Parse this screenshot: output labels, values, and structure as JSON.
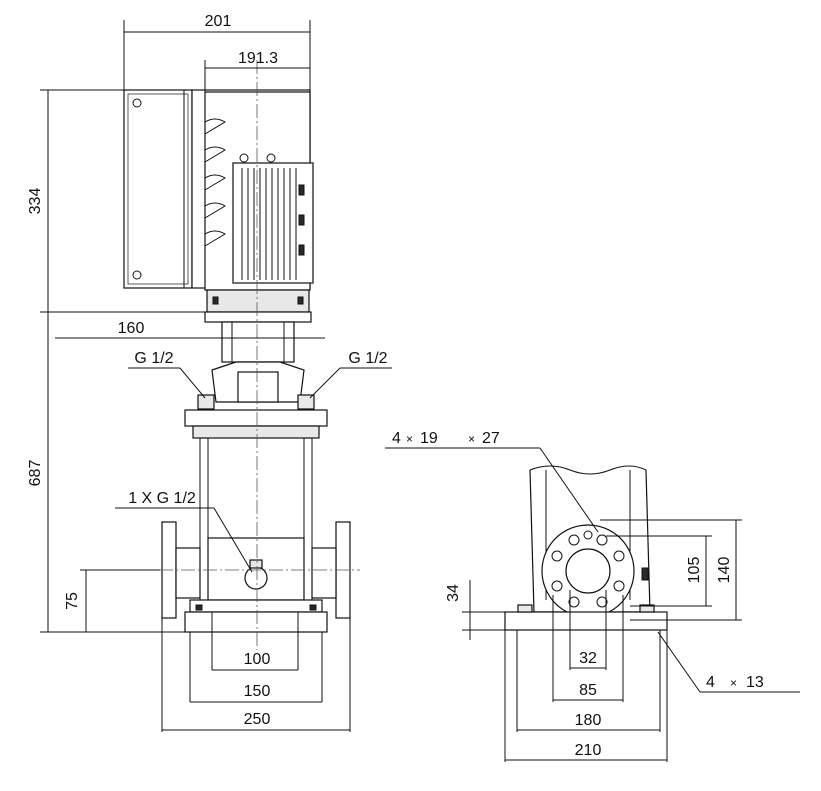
{
  "dimensions": {
    "motor_width": "201",
    "motor_offset": "191.3",
    "motor_height": "334",
    "base_to_motor": "687",
    "shaft_width": "160",
    "inlet_height": "75",
    "foot_holes_spacing": "100",
    "foot_width_inner": "150",
    "flange_span": "250",
    "flange_height": "34",
    "bolt_circle_inner": "105",
    "bolt_circle_outer": "140",
    "bore": "32",
    "flange_dia": "85",
    "base_width": "180",
    "base_overall": "210"
  },
  "labels": {
    "port_left": "G 1/2",
    "port_right": "G 1/2",
    "drain": "1 X G 1/2",
    "flange_bolts_count": "4",
    "flange_bolts_size_a": "19",
    "flange_bolts_size_b": "27",
    "foot_bolts_count": "4",
    "foot_bolts_size": "13",
    "times": "×"
  }
}
